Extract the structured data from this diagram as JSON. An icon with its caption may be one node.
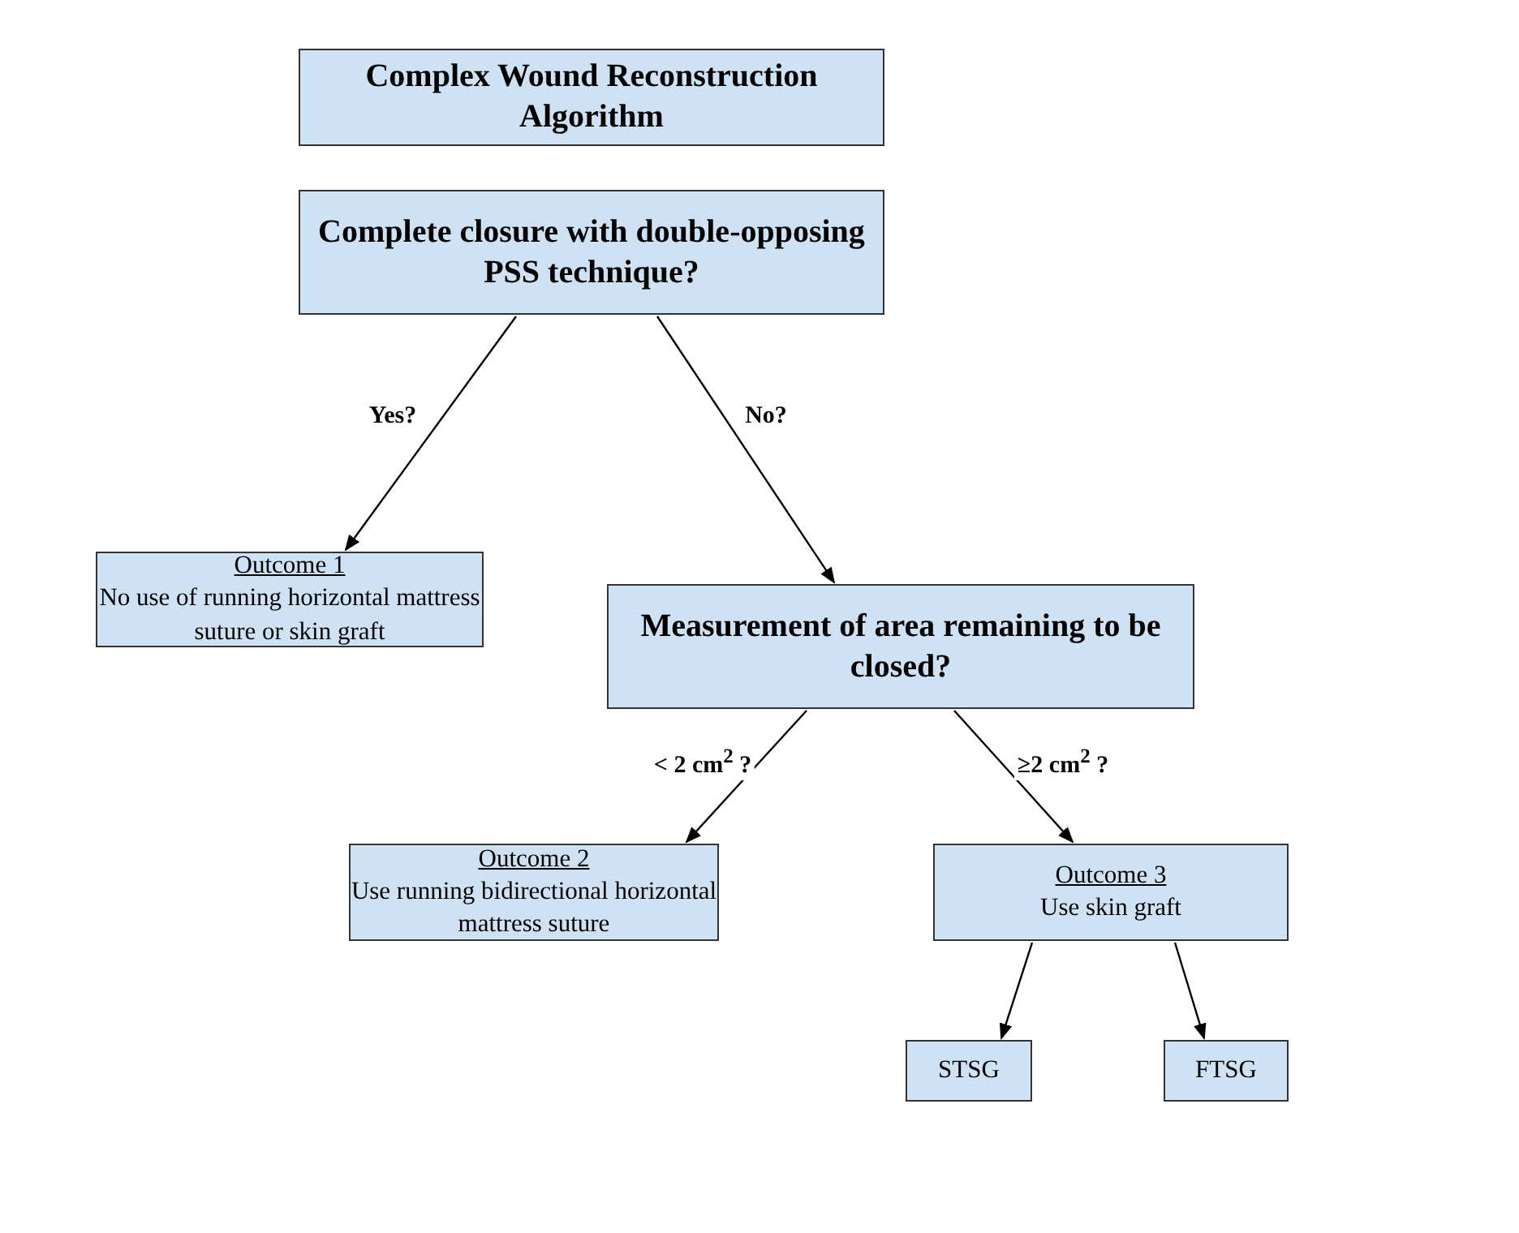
{
  "diagram": {
    "nodes": [
      {
        "text": [
          "Complex Wound Reconstruction Algorithm"
        ]
      },
      {
        "text": [
          "Complete closure with double-opposing PSS technique?"
        ]
      },
      {
        "text": [
          "Outcome 1",
          "No use of running horizontal mattress suture or skin graft"
        ]
      },
      {
        "text": [
          "Measurement of area remaining to be closed?"
        ]
      },
      {
        "text": [
          "Outcome 2",
          "Use running bidirectional horizontal mattress suture"
        ]
      },
      {
        "text": [
          "Outcome 3",
          "Use skin graft"
        ]
      },
      {
        "text": [
          "STSG"
        ]
      },
      {
        "text": [
          "FTSG"
        ]
      }
    ],
    "edges": [
      {
        "from": 1,
        "to": 2,
        "arrow": "to",
        "label": "Yes?"
      },
      {
        "from": 1,
        "to": 3,
        "arrow": "to",
        "label": "No?"
      },
      {
        "from": 3,
        "to": 4,
        "arrow": "to",
        "label": "< 2 cm$^{2}$ ?"
      },
      {
        "from": 3,
        "to": 5,
        "arrow": "to",
        "label": "≥2 cm$^{2}$ ?"
      },
      {
        "from": 5,
        "to": 6,
        "arrow": "to"
      },
      {
        "from": 5,
        "to": 7,
        "arrow": "to"
      }
    ]
  }
}
